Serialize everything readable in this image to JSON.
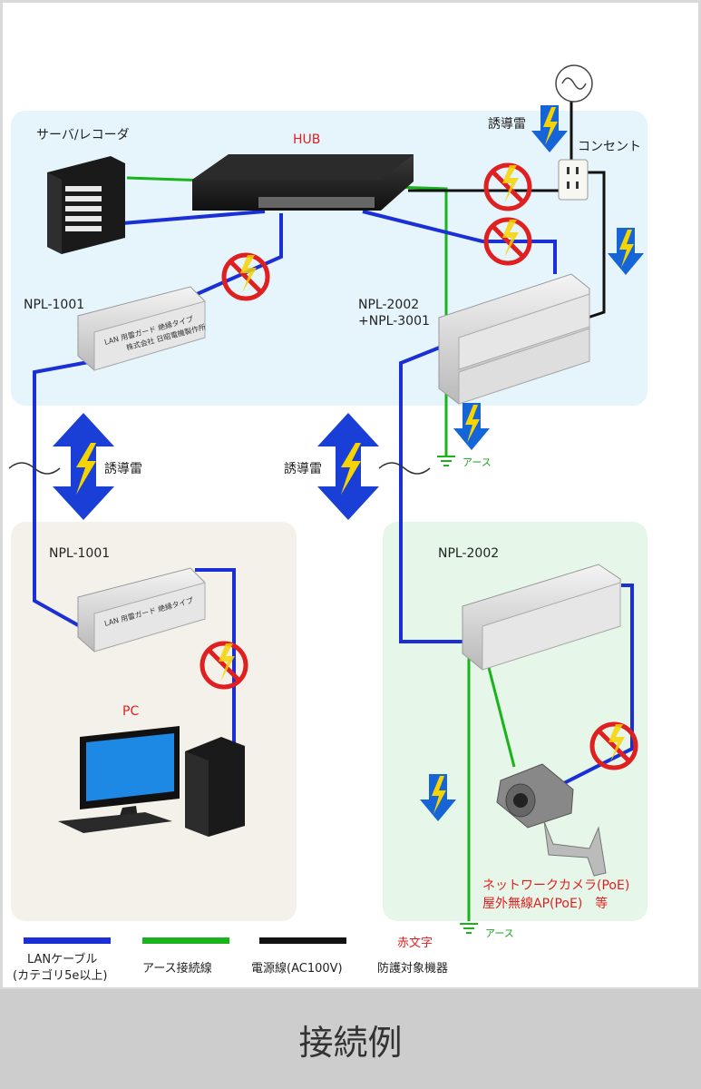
{
  "diagram": {
    "labels": {
      "server": "サーバ/レコーダ",
      "hub": "HUB",
      "induced_top": "誘導雷",
      "outlet": "コンセント",
      "npl1001_top": "NPL-1001",
      "npl2002_3001_line1": "NPL-2002",
      "npl2002_3001_line2": "+NPL-3001",
      "earth": "アース",
      "induced_left": "誘導雷",
      "induced_mid": "誘導雷",
      "npl1001_bottom": "NPL-1001",
      "npl2002_bottom": "NPL-2002",
      "pc": "PC",
      "earth_bottom": "アース",
      "camera_line1": "ネットワークカメラ(PoE)",
      "camera_line2": "屋外無線AP(PoE)　等"
    },
    "device_text": {
      "guard_title": "LAN 用雷ガード 絶縁タイプ",
      "guard_model": "NPL-1001",
      "maker": "株式会社 日昭電機製作所"
    },
    "legend": [
      {
        "label_lines": [
          "LANケーブル",
          "(カテゴリ5e以上)"
        ],
        "color": "#1a2fd6"
      },
      {
        "label_lines": [
          "アース接続線"
        ],
        "color": "#19b31b"
      },
      {
        "label_lines": [
          "電源線(AC100V)"
        ],
        "color": "#111111"
      },
      {
        "label_lines": [
          "防護対象機器"
        ],
        "marker": "赤文字",
        "color": "#e02020"
      }
    ]
  },
  "footer": {
    "title": "接続例"
  },
  "colors": {
    "lan": "#1a2fd6",
    "earth": "#19b31b",
    "power": "#111111",
    "target": "#e02020",
    "bolt": "#1565d8",
    "bolt_fill": "#f5d400"
  }
}
